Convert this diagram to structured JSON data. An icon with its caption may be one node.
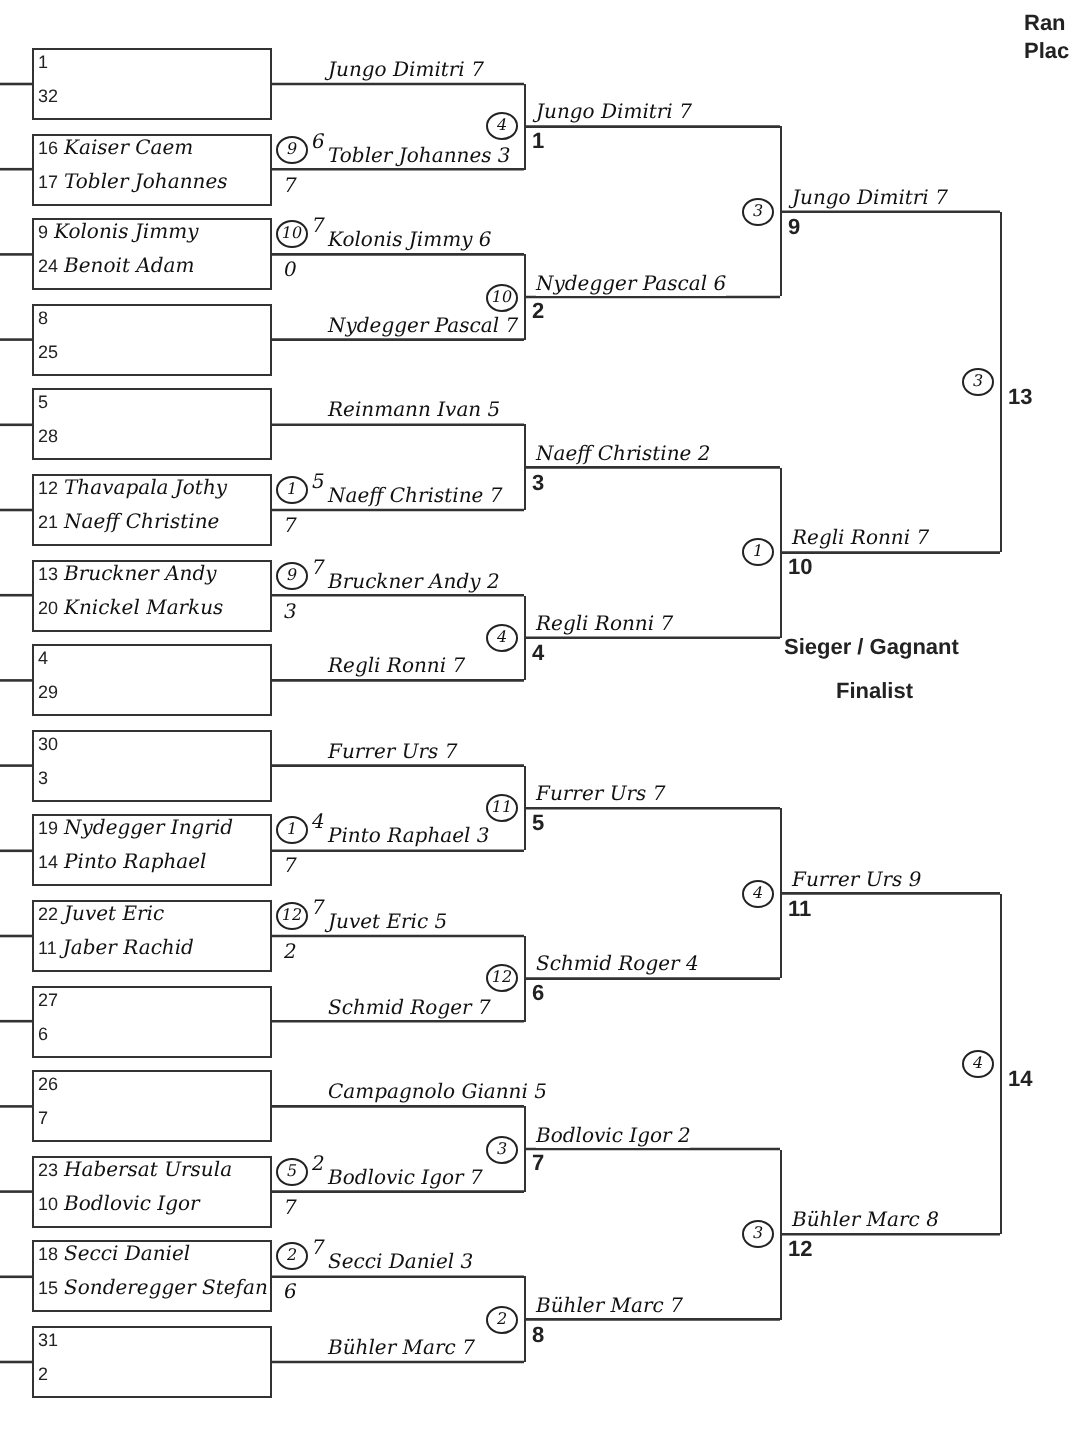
{
  "diagram": {
    "nodes": [
      {
        "text": [
          "1",
          "32"
        ]
      },
      {
        "text": [
          "16",
          "Kaiser Caem",
          "17",
          "Tobler Johannes"
        ],
        "beside": [
          "9",
          "6",
          "7"
        ]
      },
      {
        "text": [
          "9",
          "Kolonis Jimmy",
          "24",
          "Benoit Adam"
        ],
        "beside": [
          "10",
          "7",
          "0"
        ]
      },
      {
        "text": [
          "8",
          "25"
        ]
      },
      {
        "text": [
          "5",
          "28"
        ]
      },
      {
        "text": [
          "12",
          "Thavapala Jothy",
          "21",
          "Naeff Christine"
        ],
        "beside": [
          "1",
          "5",
          "7"
        ]
      },
      {
        "text": [
          "13",
          "Bruckner Andy",
          "20",
          "Knickel Markus"
        ],
        "beside": [
          "9",
          "7",
          "3"
        ]
      },
      {
        "text": [
          "4",
          "29"
        ]
      },
      {
        "text": [
          "30",
          "3"
        ]
      },
      {
        "text": [
          "19",
          "Nydegger Ingrid",
          "14",
          "Pinto Raphael"
        ],
        "beside": [
          "1",
          "4",
          "7"
        ]
      },
      {
        "text": [
          "22",
          "Juvet Eric",
          "11",
          "Jaber Rachid"
        ],
        "beside": [
          "12",
          "7",
          "2"
        ]
      },
      {
        "text": [
          "27",
          "6"
        ]
      },
      {
        "text": [
          "26",
          "7"
        ]
      },
      {
        "text": [
          "23",
          "Habersat Ursula",
          "10",
          "Bodlovic Igor"
        ],
        "beside": [
          "5",
          "2",
          "7"
        ]
      },
      {
        "text": [
          "18",
          "Secci Daniel",
          "15",
          "Sonderegger Stefan"
        ],
        "beside": [
          "2",
          "7",
          "6"
        ]
      },
      {
        "text": [
          "31",
          "2"
        ]
      },
      {
        "text": [
          "1"
        ],
        "beside": [
          "4"
        ]
      },
      {
        "text": [
          "2"
        ],
        "beside": [
          "10"
        ]
      },
      {
        "text": [
          "3"
        ]
      },
      {
        "text": [
          "4"
        ],
        "beside": [
          "4"
        ]
      },
      {
        "text": [
          "5"
        ],
        "beside": [
          "11"
        ]
      },
      {
        "text": [
          "6"
        ],
        "beside": [
          "12"
        ]
      },
      {
        "text": [
          "7"
        ],
        "beside": [
          "3"
        ]
      },
      {
        "text": [
          "8"
        ],
        "beside": [
          "2"
        ]
      },
      {
        "text": [
          "9"
        ],
        "beside": [
          "3"
        ]
      },
      {
        "text": [
          "10"
        ],
        "beside": [
          "1"
        ]
      },
      {
        "text": [
          "11"
        ],
        "beside": [
          "4"
        ]
      },
      {
        "text": [
          "12"
        ],
        "beside": [
          "3"
        ]
      },
      {
        "text": [
          "13"
        ],
        "beside": [
          "3"
        ]
      },
      {
        "text": [
          "14"
        ],
        "beside": [
          "4"
        ]
      }
    ],
    "edges": [
      {
        "from": 0,
        "to": 16,
        "arrow": "none",
        "label": "Jungo Dimitri 7"
      },
      {
        "from": 1,
        "to": 16,
        "arrow": "none",
        "label": "Tobler Johannes 3"
      },
      {
        "from": 2,
        "to": 17,
        "arrow": "none",
        "label": "Kolonis Jimmy 6"
      },
      {
        "from": 3,
        "to": 17,
        "arrow": "none",
        "label": "Nydegger Pascal 7"
      },
      {
        "from": 4,
        "to": 18,
        "arrow": "none",
        "label": "Reinmann Ivan 5"
      },
      {
        "from": 5,
        "to": 18,
        "arrow": "none",
        "label": "Naeff Christine 7"
      },
      {
        "from": 6,
        "to": 19,
        "arrow": "none",
        "label": "Bruckner Andy 2"
      },
      {
        "from": 7,
        "to": 19,
        "arrow": "none",
        "label": "Regli Ronni 7"
      },
      {
        "from": 8,
        "to": 20,
        "arrow": "none",
        "label": "Furrer Urs 7"
      },
      {
        "from": 9,
        "to": 20,
        "arrow": "none",
        "label": "Pinto Raphael 3"
      },
      {
        "from": 10,
        "to": 21,
        "arrow": "none",
        "label": "Juvet Eric 5"
      },
      {
        "from": 11,
        "to": 21,
        "arrow": "none",
        "label": "Schmid Roger 7"
      },
      {
        "from": 12,
        "to": 22,
        "arrow": "none",
        "label": "Campagnolo Gianni 5"
      },
      {
        "from": 13,
        "to": 22,
        "arrow": "none",
        "label": "Bodlovic Igor 7"
      },
      {
        "from": 14,
        "to": 23,
        "arrow": "none",
        "label": "Secci Daniel 3"
      },
      {
        "from": 15,
        "to": 23,
        "arrow": "none",
        "label": "Bühler Marc 7"
      },
      {
        "from": 16,
        "to": 24,
        "arrow": "none",
        "label": "Jungo Dimitri 7"
      },
      {
        "from": 17,
        "to": 24,
        "arrow": "none",
        "label": "Nydegger Pascal 6"
      },
      {
        "from": 18,
        "to": 25,
        "arrow": "none",
        "label": "Naeff Christine 2"
      },
      {
        "from": 19,
        "to": 25,
        "arrow": "none",
        "label": "Regli Ronni 7"
      },
      {
        "from": 20,
        "to": 26,
        "arrow": "none",
        "label": "Furrer Urs 7"
      },
      {
        "from": 21,
        "to": 26,
        "arrow": "none",
        "label": "Schmid Roger 4"
      },
      {
        "from": 22,
        "to": 27,
        "arrow": "none",
        "label": "Bodlovic Igor 2"
      },
      {
        "from": 23,
        "to": 27,
        "arrow": "none",
        "label": "Bühler Marc 7"
      },
      {
        "from": 24,
        "to": 28,
        "arrow": "none",
        "label": "Jungo Dimitri 7"
      },
      {
        "from": 25,
        "to": 28,
        "arrow": "none",
        "label": "Regli Ronni 7"
      },
      {
        "from": 26,
        "to": 29,
        "arrow": "none",
        "label": "Furrer Urs 9"
      },
      {
        "from": 27,
        "to": 29,
        "arrow": "none",
        "label": "Bühler Marc 8"
      }
    ],
    "labels": [
      "Ran",
      "Plac",
      "Sieger / Gagnant",
      "Finalist"
    ]
  }
}
